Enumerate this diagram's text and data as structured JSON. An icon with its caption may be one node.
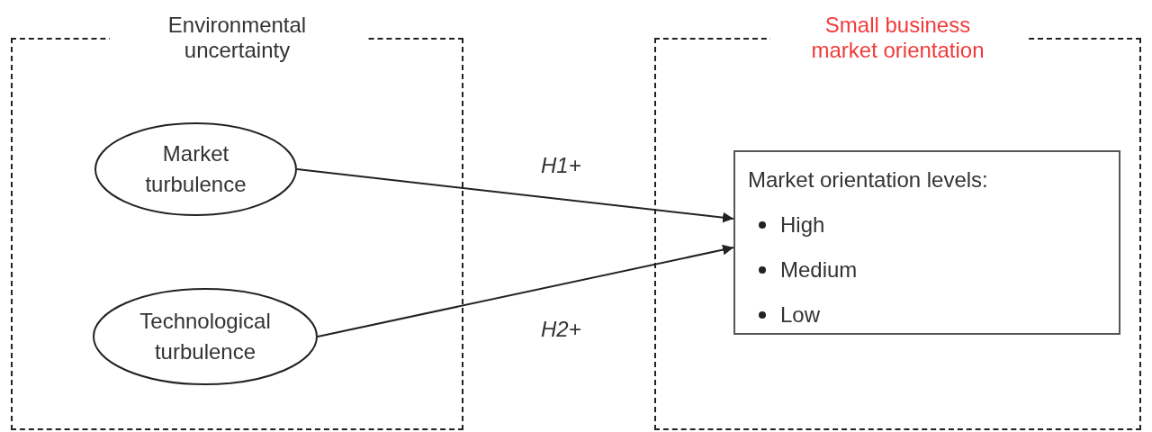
{
  "diagram": {
    "nodes": [
      {
        "text": [
          "Environmental uncertainty"
        ]
      },
      {
        "text": [
          "Market turbulence"
        ],
        "in": 0
      },
      {
        "text": [
          "Technological turbulence"
        ],
        "in": 0
      },
      {
        "text": [
          "Small business market orientation"
        ]
      },
      {
        "text": [
          "Market orientation levels:",
          "High",
          "Medium",
          "Low"
        ],
        "in": 3
      }
    ],
    "edges": [
      {
        "from": 1,
        "to": 4,
        "arrow": "to",
        "label": "H1+"
      },
      {
        "from": 2,
        "to": 4,
        "arrow": "to",
        "label": "H2+"
      }
    ]
  }
}
